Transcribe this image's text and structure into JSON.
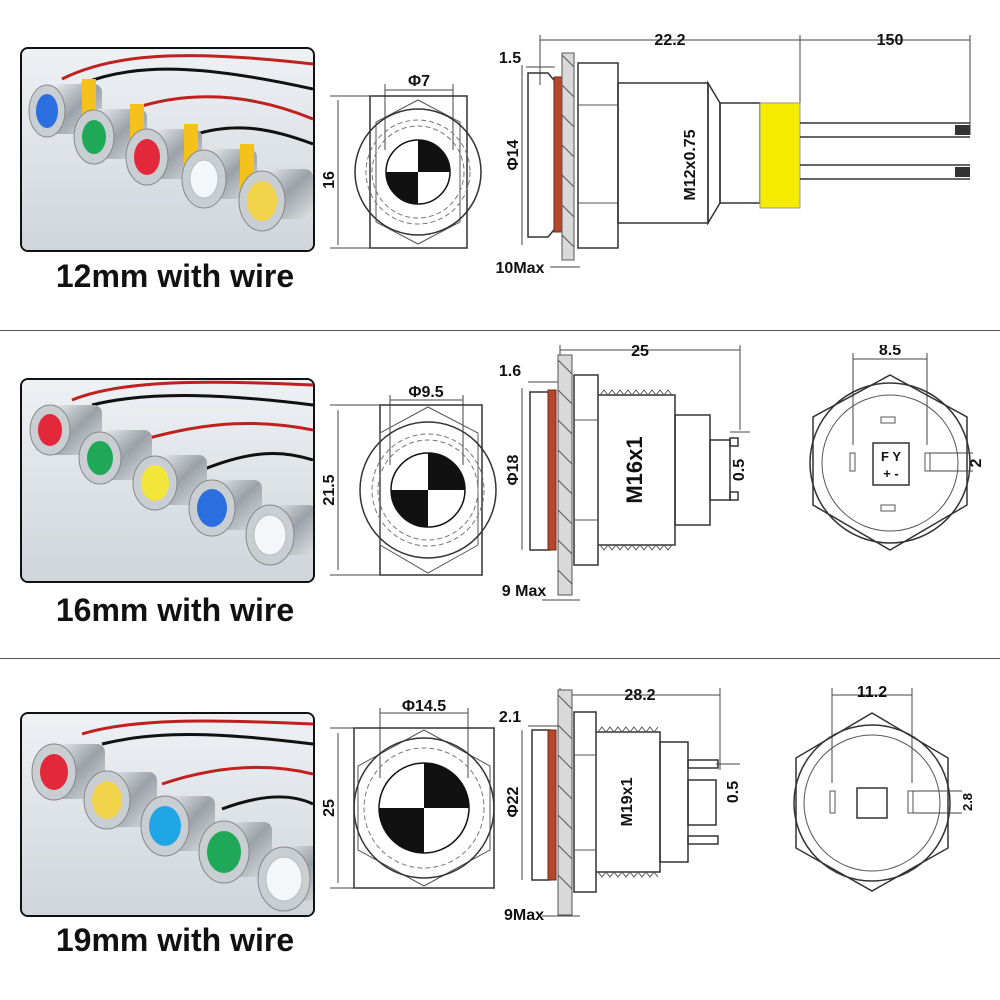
{
  "colors": {
    "gasket": "#b5472a",
    "wire_sleeve": "#f5ec00",
    "yellow_ring": "#f4c21a",
    "led_blue": "#2a6ee0",
    "led_green": "#1ea858",
    "led_red": "#e2283a",
    "led_white": "#f4f7fa",
    "led_yellow": "#f2d34a",
    "led_cyan": "#1fa6e6"
  },
  "sections": [
    {
      "caption": "12mm with wire",
      "led_colors": [
        "blue",
        "green",
        "red",
        "white",
        "yellow"
      ],
      "front": {
        "hole_dia": "Φ7",
        "hex_width": "16"
      },
      "side": {
        "flange_thickness": "1.5",
        "length": "22.2",
        "wire_length": "150",
        "flange_dia": "Φ14",
        "thread": "M12x0.75",
        "panel_max": "10Max"
      }
    },
    {
      "caption": "16mm with wire",
      "led_colors": [
        "red",
        "green",
        "yellow",
        "blue",
        "white"
      ],
      "front": {
        "hole_dia": "Φ9.5",
        "hex_width": "21.5"
      },
      "side": {
        "flange_thickness": "1.6",
        "length": "25",
        "pin_thickness": "0.5",
        "flange_dia": "Φ18",
        "thread": "M16x1",
        "panel_max": "9 Max"
      },
      "back": {
        "pin_spacing": "8.5",
        "pin_width": "2",
        "marking_top": "F Y",
        "marking_bottom": "+ -"
      }
    },
    {
      "caption": "19mm with wire",
      "led_colors": [
        "red",
        "yellow",
        "cyan",
        "green",
        "white"
      ],
      "front": {
        "hole_dia": "Φ14.5",
        "hex_width": "25"
      },
      "side": {
        "flange_thickness": "2.1",
        "length": "28.2",
        "pin_thickness": "0.5",
        "flange_dia": "Φ22",
        "thread": "M19x1",
        "panel_max": "9Max"
      },
      "back": {
        "pin_spacing": "11.2",
        "pin_width": "2.8"
      }
    }
  ]
}
